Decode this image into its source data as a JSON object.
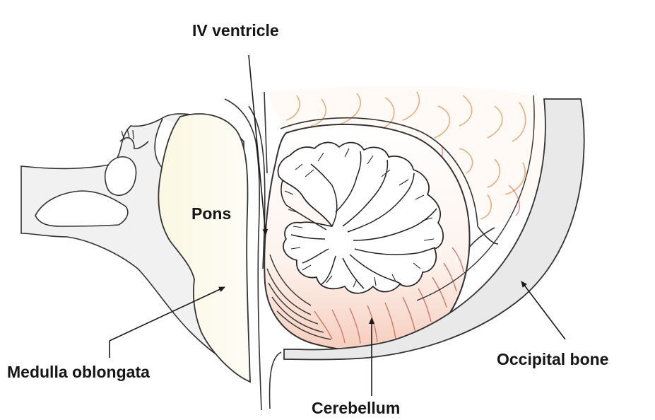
{
  "labels": {
    "iv_ventricle": "IV ventricle",
    "pons": "Pons",
    "medulla_oblongata": "Medulla oblongata",
    "cerebellum": "Cerebellum",
    "occipital_bone": "Occipital bone"
  },
  "colors": {
    "outline": "#333333",
    "bone_fill": "#e9e9e9",
    "pons_fill": "#fdfbef",
    "grey_matter_tint": "#f2b2a0",
    "vessel": "#e08a3c"
  }
}
